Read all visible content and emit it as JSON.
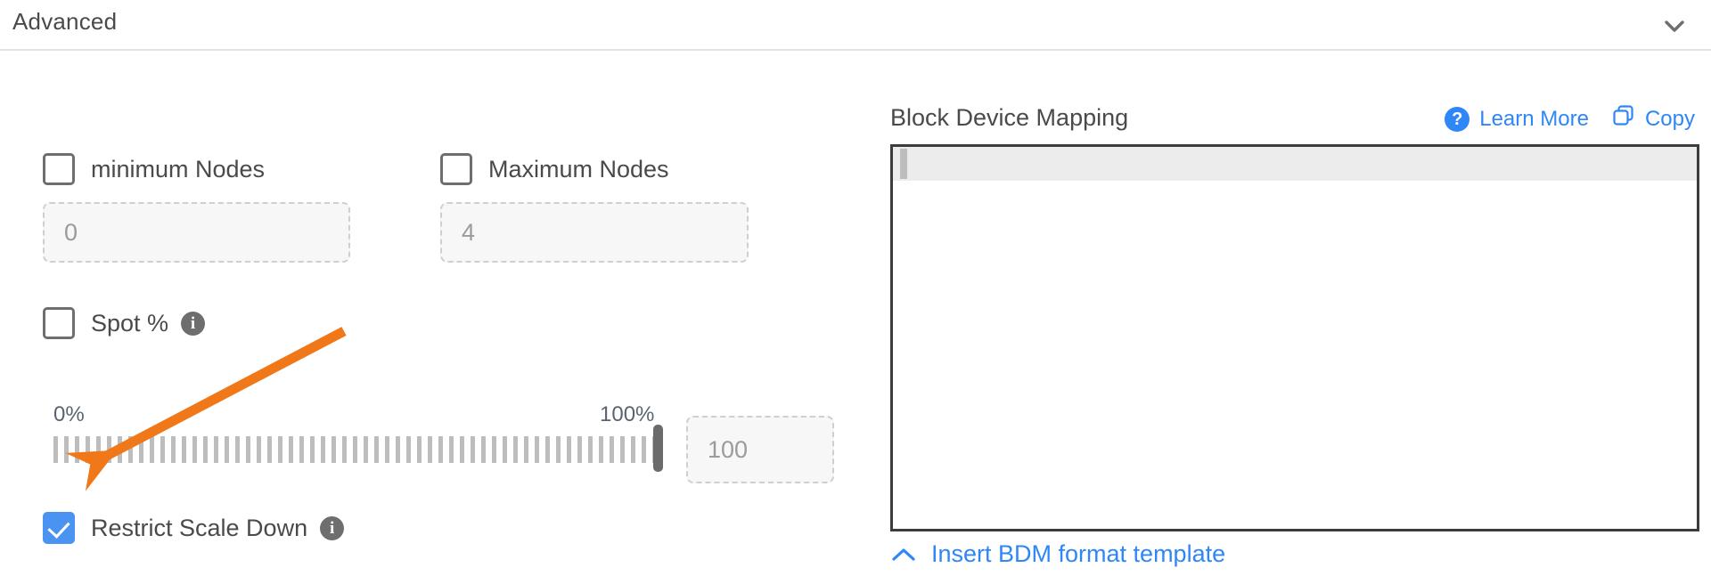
{
  "section": {
    "title": "Advanced",
    "collapse_icon": "chevron-down-icon"
  },
  "left_panel": {
    "min_nodes": {
      "label": "minimum Nodes",
      "checked": false,
      "input_value": "0"
    },
    "max_nodes": {
      "label": "Maximum Nodes",
      "checked": false,
      "input_value": "4"
    },
    "spot": {
      "label": "Spot %",
      "checked": false,
      "info_icon": "info-icon",
      "info_glyph": "i"
    },
    "slider": {
      "min_label": "0%",
      "max_label": "100%",
      "value": "100",
      "value_field": "100"
    },
    "restrict_scale_down": {
      "label": "Restrict Scale Down",
      "checked": true,
      "info_icon": "info-icon",
      "info_glyph": "i"
    }
  },
  "right_panel": {
    "title": "Block Device Mapping",
    "learn_more": {
      "label": "Learn More",
      "icon": "help-circle-icon",
      "glyph": "?"
    },
    "copy": {
      "label": "Copy",
      "icon": "copy-icon"
    },
    "editor": {
      "content": ""
    },
    "insert_template": {
      "label": "Insert BDM format template",
      "icon": "chevron-up-icon"
    }
  },
  "colors": {
    "accent_blue": "#2f86f6",
    "checkbox_blue": "#4a93f0",
    "annotation_orange": "#f07818",
    "text_grey": "#4a4a4a",
    "placeholder_grey": "#9b9b9b"
  },
  "annotation": {
    "type": "arrow",
    "points_to": "restrict-scale-down-checkbox"
  }
}
